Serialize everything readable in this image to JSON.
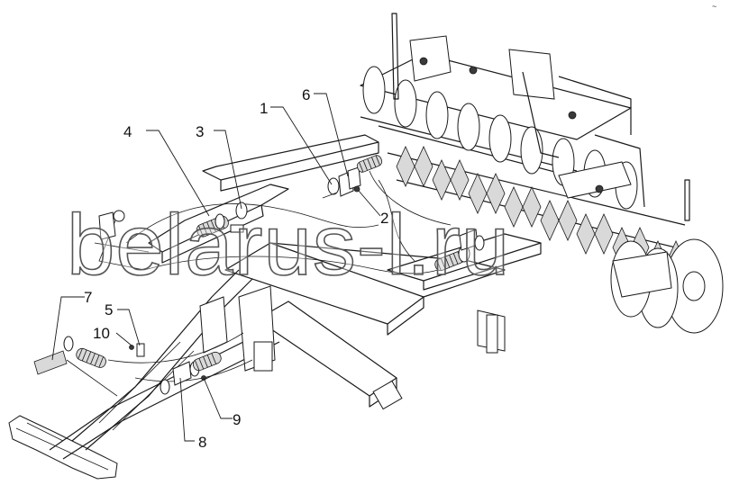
{
  "diagram": {
    "callouts": [
      {
        "id": "c1",
        "label": "1"
      },
      {
        "id": "c2",
        "label": "2"
      },
      {
        "id": "c3",
        "label": "3"
      },
      {
        "id": "c4",
        "label": "4"
      },
      {
        "id": "c5",
        "label": "5"
      },
      {
        "id": "c6",
        "label": "6"
      },
      {
        "id": "c7",
        "label": "7"
      },
      {
        "id": "c8",
        "label": "8"
      },
      {
        "id": "c9",
        "label": "9"
      },
      {
        "id": "c10",
        "label": "10"
      }
    ],
    "watermark": "belarus-l.ru",
    "corner_mark": "~"
  }
}
